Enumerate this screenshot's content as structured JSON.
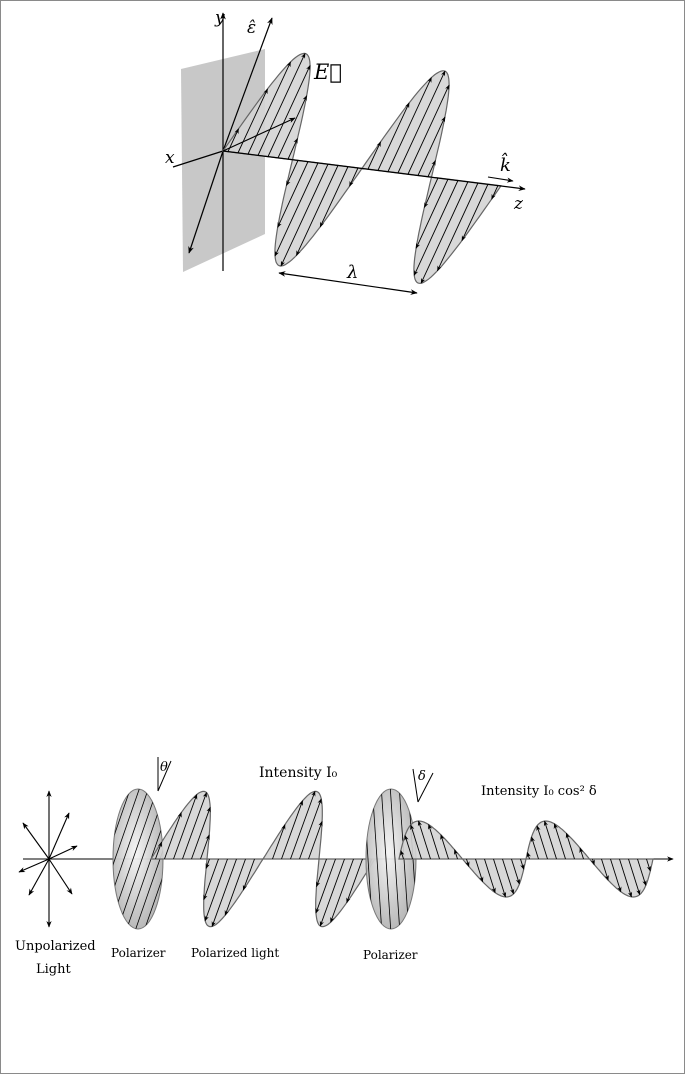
{
  "figure1": {
    "axis_y": "y",
    "axis_x": "x",
    "axis_z": "z",
    "polarization_vector": "ε̂",
    "field_vector": "E⃗",
    "wave_vector": "k̂",
    "wavelength": "λ"
  },
  "figure2": {
    "angle_theta": "θ",
    "angle_delta": "δ",
    "intensity_1": "Intensity I₀",
    "intensity_2": "Intensity I₀ cos² δ",
    "unpolarized_line1": "Unpolarized",
    "unpolarized_line2": "Light",
    "polarizer_1": "Polarizer",
    "polarized_light": "Polarized light",
    "polarizer_2": "Polarizer"
  },
  "colors": {
    "fill": "#d4d4d4",
    "plane": "#c8c8c8",
    "stroke": "#000000",
    "outline": "#666666"
  }
}
